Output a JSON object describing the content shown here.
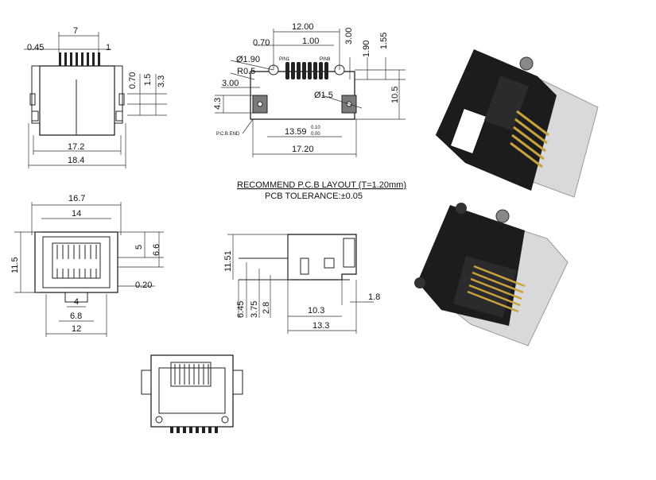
{
  "top_view": {
    "dim_0_45": "0.45",
    "dim_7": "7",
    "dim_1": "1",
    "dim_0_70": "0.70",
    "dim_1_5": "1.5",
    "dim_3_3": "3.3",
    "dim_17_2": "17.2",
    "dim_18_4": "18.4"
  },
  "pcb_layout": {
    "dim_12_00": "12.00",
    "dim_0_70": "0.70",
    "dim_1_00": "1.00",
    "dim_3_00_top": "3.00",
    "dim_1_90": "1.90",
    "dim_1_55": "1.55",
    "dim_dia_1_90": "Ø1.90",
    "dim_r0_5": "R0.5",
    "dim_3_00": "3.00",
    "dim_4_3": "4.3",
    "dim_dia_1_5": "Ø1.5",
    "dim_10_5": "10.5",
    "dim_13_59": "13.59",
    "tol_upper": "0.10",
    "tol_lower": "0.00",
    "dim_17_20": "17.20",
    "pcb_end": "P.C.B END",
    "pin1": "PIN1",
    "pin8": "PIN8",
    "title": "RECOMMEND P.C.B LAYOUT (T=1.20mm)",
    "tolerance": "PCB TOLERANCE:±0.05"
  },
  "front_view": {
    "dim_16_7": "16.7",
    "dim_14": "14",
    "dim_11_5": "11.5",
    "dim_5": "5",
    "dim_6_6": "6.6",
    "dim_0_20": "0.20",
    "dim_4": "4",
    "dim_6_8": "6.8",
    "dim_12": "12"
  },
  "side_view": {
    "dim_11_51": "11.51",
    "dim_6_45": "6.45",
    "dim_3_75": "3.75",
    "dim_2_8": "2.8",
    "dim_10_3": "10.3",
    "dim_1_8": "1.8",
    "dim_13_3": "13.3"
  },
  "colors": {
    "line": "#222222",
    "housing": "#1c1c1e",
    "shield": "#d9d9db",
    "gold": "#c9a23c"
  }
}
